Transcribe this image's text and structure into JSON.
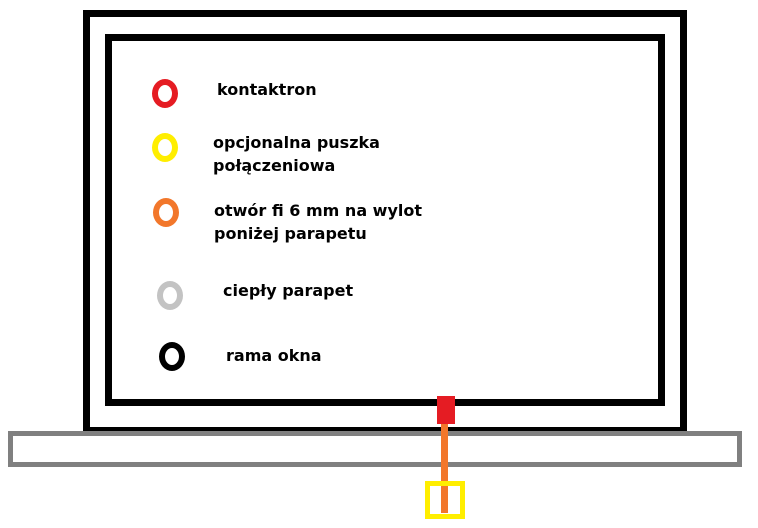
{
  "colors": {
    "contactron": "#e51c23",
    "junction_box": "#ffee00",
    "cable_hole": "#f2772b",
    "warm_sill": "#c3c3c3",
    "window_frame": "#000000",
    "sill_outline": "#808080"
  },
  "legend": [
    {
      "label": "kontaktron",
      "label_line2": ""
    },
    {
      "label": "opcjonalna puszka",
      "label_line2": "połączeniowa"
    },
    {
      "label": "otwór fi 6 mm na wylot",
      "label_line2": "poniżej parapetu"
    },
    {
      "label": "ciepły parapet",
      "label_line2": ""
    },
    {
      "label": "rama okna",
      "label_line2": ""
    }
  ]
}
